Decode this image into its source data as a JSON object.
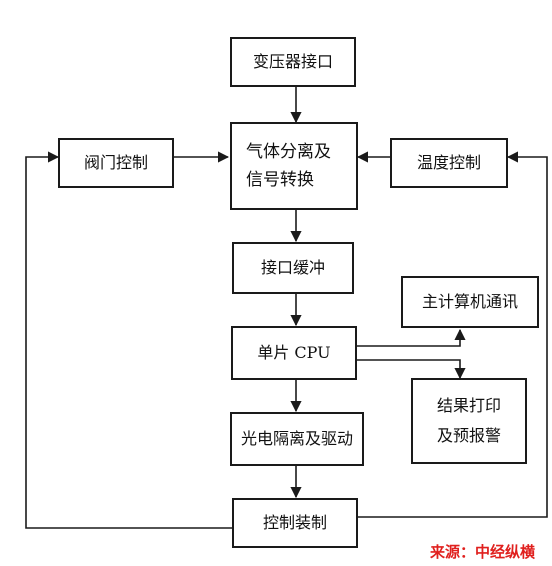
{
  "diagram": {
    "nodes": {
      "transformer_interface": "变压器接口",
      "gas_separation": "气体分离及\n信号转换",
      "valve_control": "阀门控制",
      "temperature_control": "温度控制",
      "interface_buffer": "接口缓冲",
      "host_communication": "主计算机通讯",
      "mcu": "单片 CPU",
      "result_print_alarm": "结果打印\n及预报警",
      "optoisolation_drive": "光电隔离及驱动",
      "control_device": "控制装制"
    },
    "edges": [
      [
        "transformer_interface",
        "gas_separation"
      ],
      [
        "valve_control",
        "gas_separation"
      ],
      [
        "temperature_control",
        "gas_separation"
      ],
      [
        "gas_separation",
        "interface_buffer"
      ],
      [
        "interface_buffer",
        "mcu"
      ],
      [
        "mcu",
        "host_communication"
      ],
      [
        "mcu",
        "result_print_alarm"
      ],
      [
        "mcu",
        "optoisolation_drive"
      ],
      [
        "optoisolation_drive",
        "control_device"
      ],
      [
        "control_device",
        "valve_control"
      ],
      [
        "control_device",
        "temperature_control"
      ]
    ]
  },
  "source_label": "来源：中经纵横"
}
